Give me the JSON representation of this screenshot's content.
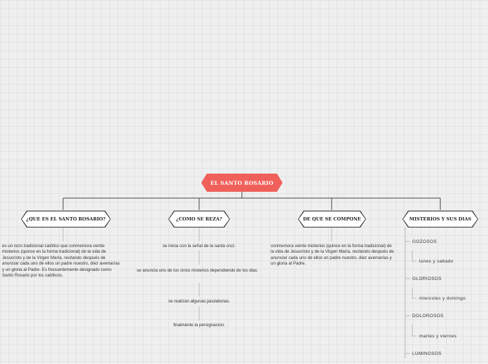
{
  "root": {
    "title": "EL SANTO ROSARIO"
  },
  "branches": [
    {
      "title": "¿QUE ES EL SANTO ROSARIO?",
      "text": "es un rezo tradicional católico que conmemora veinte misterios (quince en la forma tradicional) de la vida de Jesucristo y de la Virgen María, recitando después de anunciar cada uno de ellos un padre nuestro, diez avemarías y un gloria al Padre. Es frecuentemente designado como Santo Rosario por los católicos."
    },
    {
      "title": "¿COMO SE REZA?",
      "steps": [
        "se inicia con la señal de la santa cruz.",
        "se anuncia uno de los cinco misterios dependiendo de los dias.",
        "se realizan algunas jaculatorias.",
        "finalmente la persignacion."
      ]
    },
    {
      "title": "DE QUE SE COMPONE",
      "text": "conmemora veinte misterios (quince en la forma tradicional) de la vida de Jesucristo y de la Virgen María, recitando después de anunciar cada uno de ellos un padre nuestro, diez avemarías y un gloria al Padre."
    },
    {
      "title": "MISTERIOS Y SUS DIAS",
      "items": [
        {
          "name": "GOZOSOS",
          "days": "lunes y sabado"
        },
        {
          "name": "GLORIOSOS",
          "days": "miercoles y domingo"
        },
        {
          "name": "DOLOROSOS",
          "days": "martes y viernes"
        },
        {
          "name": "LUMINOSOS"
        }
      ]
    }
  ]
}
